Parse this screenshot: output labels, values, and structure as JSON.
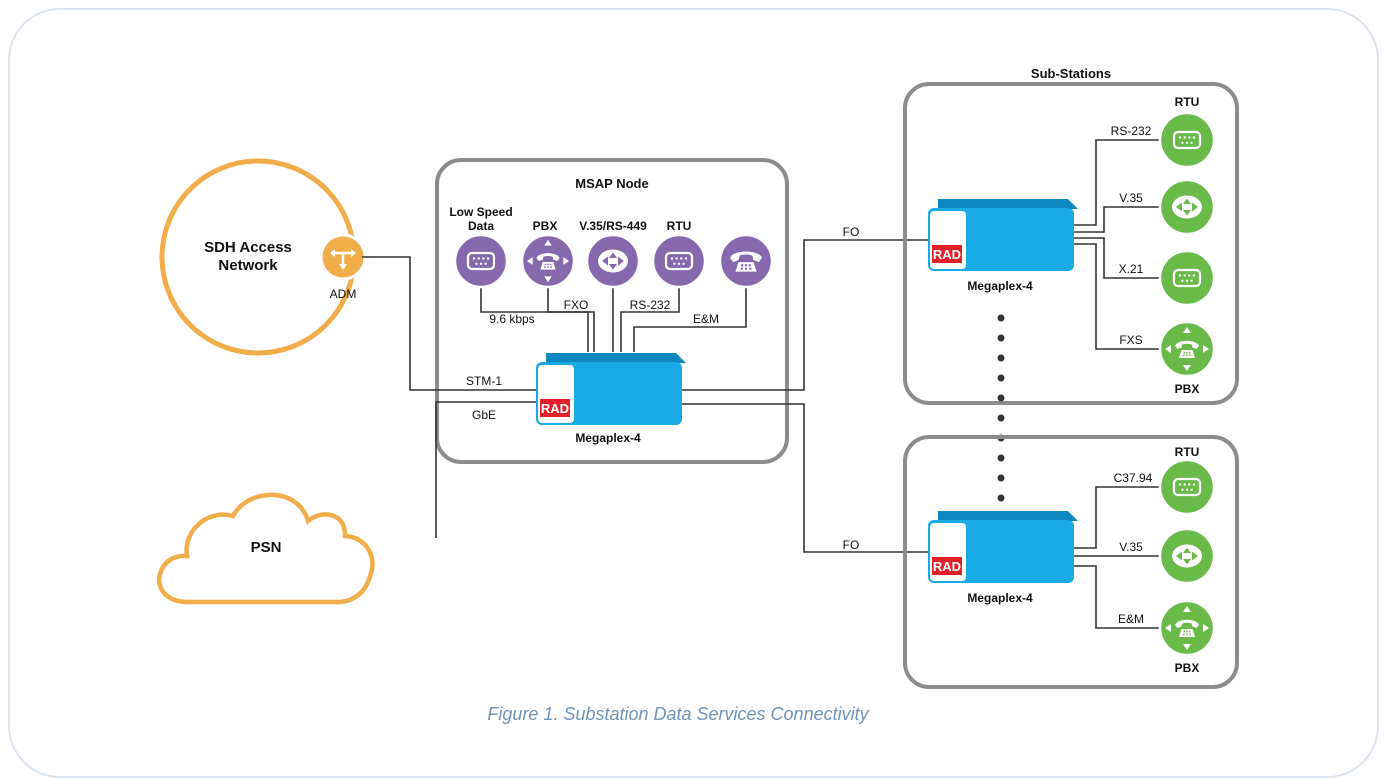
{
  "networks": {
    "sdh": {
      "line1": "SDH Access",
      "line2": "Network"
    },
    "adm": "ADM",
    "psn": "PSN"
  },
  "msap": {
    "title": "MSAP Node",
    "devices": {
      "low_speed_line1": "Low Speed",
      "low_speed_line2": "Data",
      "pbx": "PBX",
      "v35": "V.35/RS-449",
      "rtu": "RTU"
    },
    "links": {
      "kbps": "9.6 kbps",
      "fxo": "FXO",
      "rs232": "RS-232",
      "em": "E&M",
      "stm1": "STM-1",
      "gbe": "GbE"
    },
    "device_label": "Megaplex-4"
  },
  "substations": {
    "title": "Sub-Stations",
    "fo_top": "FO",
    "fo_bottom": "FO",
    "top": {
      "device_label": "Megaplex-4",
      "rtu": "RTU",
      "rs232": "RS-232",
      "v35": "V.35",
      "x21": "X.21",
      "fxs": "FXS",
      "pbx": "PBX"
    },
    "bottom": {
      "device_label": "Megaplex-4",
      "rtu": "RTU",
      "c3794": "C37.94",
      "v35": "V.35",
      "em": "E&M",
      "pbx": "PBX"
    }
  },
  "rad_logo": "RAD",
  "caption": "Figure 1.  Substation Data Services Connectivity",
  "colors": {
    "sdh_orange": "#f0ad4a",
    "purple": "#8668ac",
    "green": "#6aba4a",
    "megaplex_blue": "#19a9e4",
    "box_gray": "#8c8c8c",
    "caption_blue": "#6f94b8"
  }
}
